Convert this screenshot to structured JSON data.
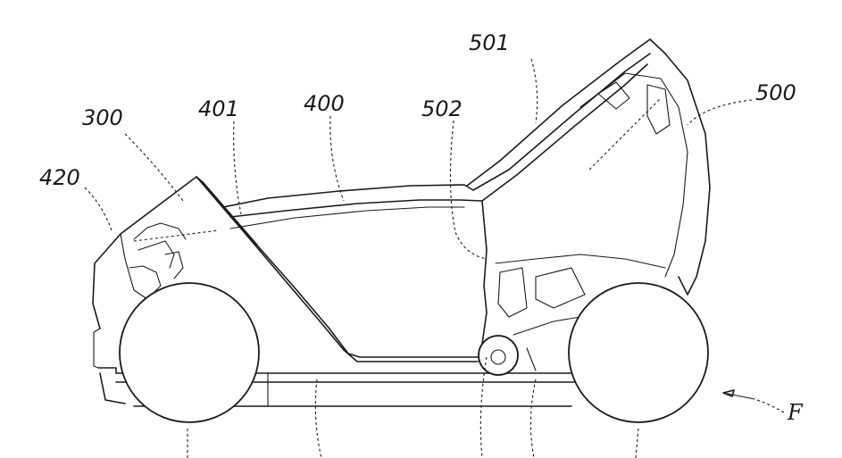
{
  "labels": {
    "l501": "501",
    "l500": "500",
    "l300": "300",
    "l401": "401",
    "l400": "400",
    "l502": "502",
    "l420": "420",
    "lF": "F"
  }
}
